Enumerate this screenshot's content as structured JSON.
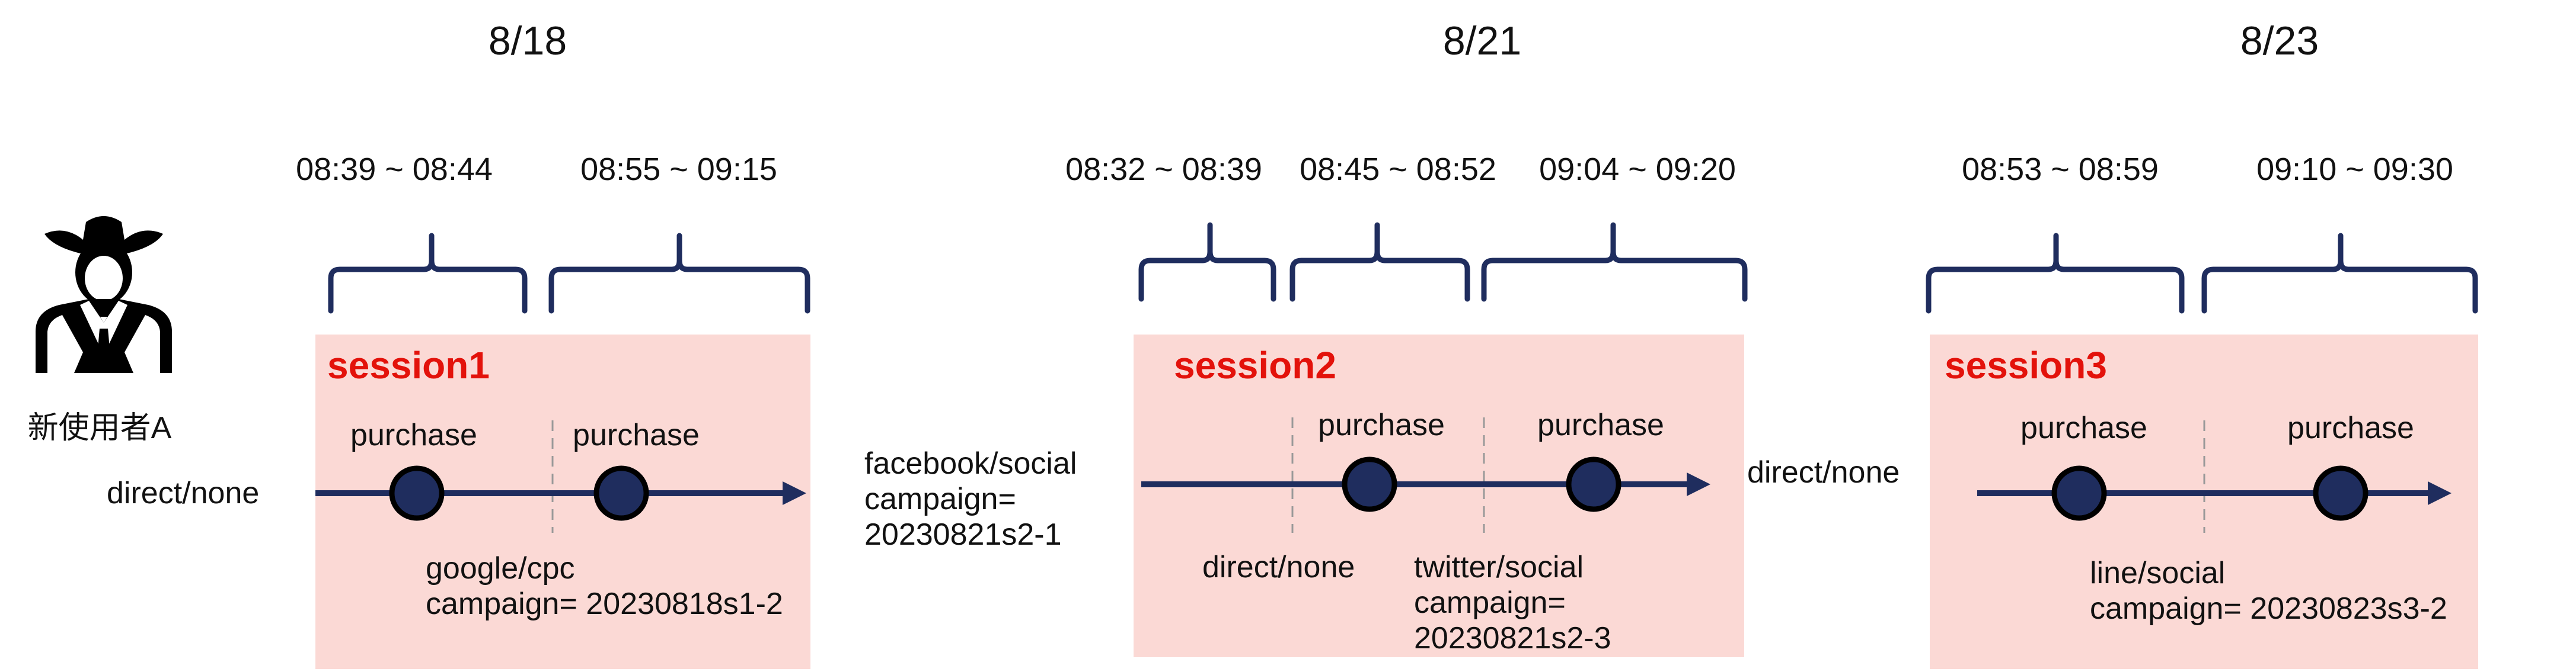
{
  "user": {
    "label": "新使用者A",
    "icon": "cowboy-user-icon"
  },
  "colors": {
    "session_bg": "#fbd9d5",
    "session_label": "#e3120b",
    "arrow": "#1f2d5e",
    "dot_fill": "#1f2d5e",
    "dot_stroke": "#000000"
  },
  "sessions": [
    {
      "date": "8/18",
      "name": "session1",
      "times": [
        "08:39 ~ 08:44",
        "08:55 ~ 09:15"
      ],
      "events": [
        "purchase",
        "purchase"
      ],
      "sources": {
        "entry": "direct/none",
        "mid": "google/cpc\ncampaign= 20230818s1-2"
      }
    },
    {
      "date": "8/21",
      "name": "session2",
      "times": [
        "08:32 ~ 08:39",
        "08:45 ~ 08:52",
        "09:04 ~ 09:20"
      ],
      "events": [
        "purchase",
        "purchase"
      ],
      "sources": {
        "entry": "facebook/social\ncampaign=\n20230821s2-1",
        "mid": "direct/none",
        "late": "twitter/social\ncampaign=\n20230821s2-3"
      }
    },
    {
      "date": "8/23",
      "name": "session3",
      "times": [
        "08:53 ~ 08:59",
        "09:10 ~ 09:30"
      ],
      "events": [
        "purchase",
        "purchase"
      ],
      "sources": {
        "entry": "direct/none",
        "mid": "line/social\ncampaign= 20230823s3-2"
      }
    }
  ]
}
